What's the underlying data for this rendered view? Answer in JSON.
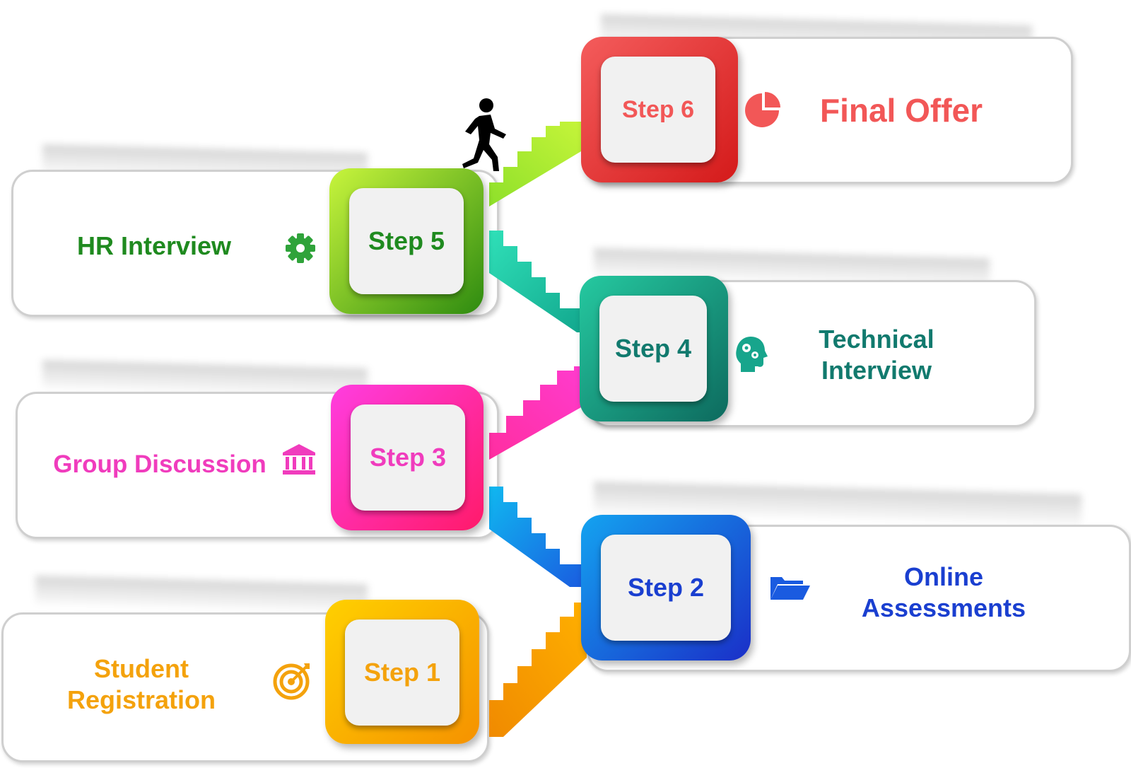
{
  "steps": [
    {
      "step": "Step 1",
      "label_line1": "Student",
      "label_line2": "Registration",
      "icon": "target-icon",
      "color": "#f4a20c"
    },
    {
      "step": "Step 2",
      "label_line1": "Online",
      "label_line2": "Assessments",
      "icon": "folder-icon",
      "color": "#1a3fd0"
    },
    {
      "step": "Step 3",
      "label": "Group Discussion",
      "icon": "bank-icon",
      "color": "#f03cbd"
    },
    {
      "step": "Step 4",
      "label_line1": "Technical",
      "label_line2": "Interview",
      "icon": "head-gears-icon",
      "color": "#117a6e"
    },
    {
      "step": "Step 5",
      "label": "HR Interview",
      "icon": "gear-icon",
      "color": "#1f8a1f"
    },
    {
      "step": "Step 6",
      "label": "Final Offer",
      "icon": "pie-chart-icon",
      "color": "#f25757"
    }
  ],
  "decor": {
    "walker": "walking-person-icon"
  }
}
